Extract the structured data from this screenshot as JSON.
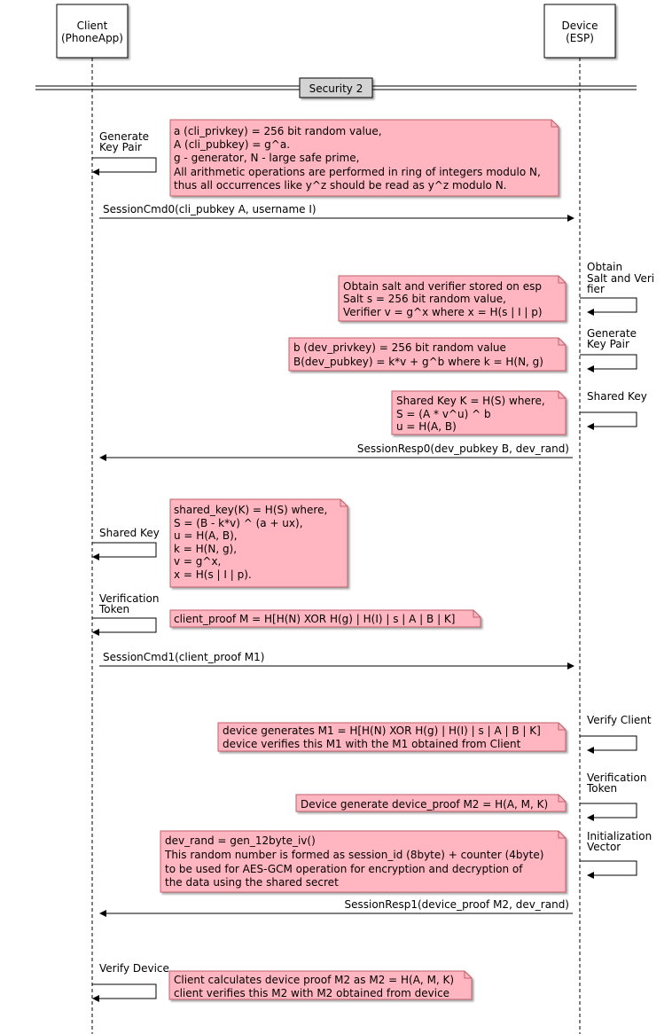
{
  "participants": {
    "client": [
      "Client",
      "(PhoneApp)"
    ],
    "device": [
      "Device",
      "(ESP)"
    ]
  },
  "divider": {
    "label": "Security 2"
  },
  "self_messages": {
    "c_gen_keypair": [
      "Generate",
      "Key Pair"
    ],
    "d_obtain": [
      "Obtain",
      "Salt and Veri",
      "fier"
    ],
    "d_gen_keypair": [
      "Generate",
      "Key Pair"
    ],
    "d_shared_key": [
      "Shared Key"
    ],
    "c_shared_key": [
      "Shared Key"
    ],
    "c_verif_token": [
      "Verification",
      "Token"
    ],
    "d_verify_client": [
      "Verify Client"
    ],
    "d_verif_token": [
      "Verification",
      "Token"
    ],
    "d_init_vector": [
      "Initialization",
      "Vector"
    ],
    "c_verify_device": [
      "Verify Device"
    ]
  },
  "messages": {
    "cmd0": "SessionCmd0(cli_pubkey A, username I)",
    "resp0": "SessionResp0(dev_pubkey B, dev_rand)",
    "cmd1": "SessionCmd1(client_proof M1)",
    "resp1": "SessionResp1(device_proof M2, dev_rand)"
  },
  "notes": {
    "n1": [
      "a (cli_privkey) = 256 bit random value,",
      "A (cli_pubkey) = g^a.",
      "g - generator, N - large safe prime,",
      "All arithmetic operations are performed in ring of integers modulo N,",
      "thus all occurrences like y^z should be read as y^z modulo N."
    ],
    "n2": [
      "Obtain salt and verifier stored on esp",
      "Salt s = 256 bit random value,",
      "Verifier v  = g^x where x = H(s | I | p)"
    ],
    "n3": [
      "b (dev_privkey) = 256 bit random value",
      "B(dev_pubkey) = k*v + g^b where k = H(N, g)"
    ],
    "n4": [
      "Shared Key K = H(S) where,",
      "S = (A * v^u) ^ b",
      "u = H(A, B)"
    ],
    "n5": [
      "shared_key(K) = H(S) where,",
      "S = (B - k*v) ^ (a + ux),",
      "u = H(A, B),",
      "k = H(N, g),",
      "v = g^x,",
      "x = H(s | I | p)."
    ],
    "n6": [
      "client_proof M =  H[H(N) XOR H(g) | H(I) | s | A | B | K]"
    ],
    "n7": [
      "device generates M1 =  H[H(N) XOR H(g) | H(I) | s | A | B | K]",
      "device verifies this M1 with the M1 obtained from Client"
    ],
    "n8": [
      "Device generate device_proof M2 = H(A, M, K)"
    ],
    "n9": [
      "dev_rand = gen_12byte_iv()",
      "This random number is formed as session_id (8byte) + counter (4byte)",
      "to be used for AES-GCM operation for encryption and decryption of",
      "the data using the shared secret"
    ],
    "n10": [
      "Client calculates device proof M2 as M2 = H(A, M, K)",
      "client verifies this M2 with M2 obtained from device"
    ]
  },
  "colors": {
    "note_fill": "#ffb6c1",
    "note_stroke": "#c0606a",
    "line": "#000000",
    "divider_fill": "#d3d3d3"
  }
}
